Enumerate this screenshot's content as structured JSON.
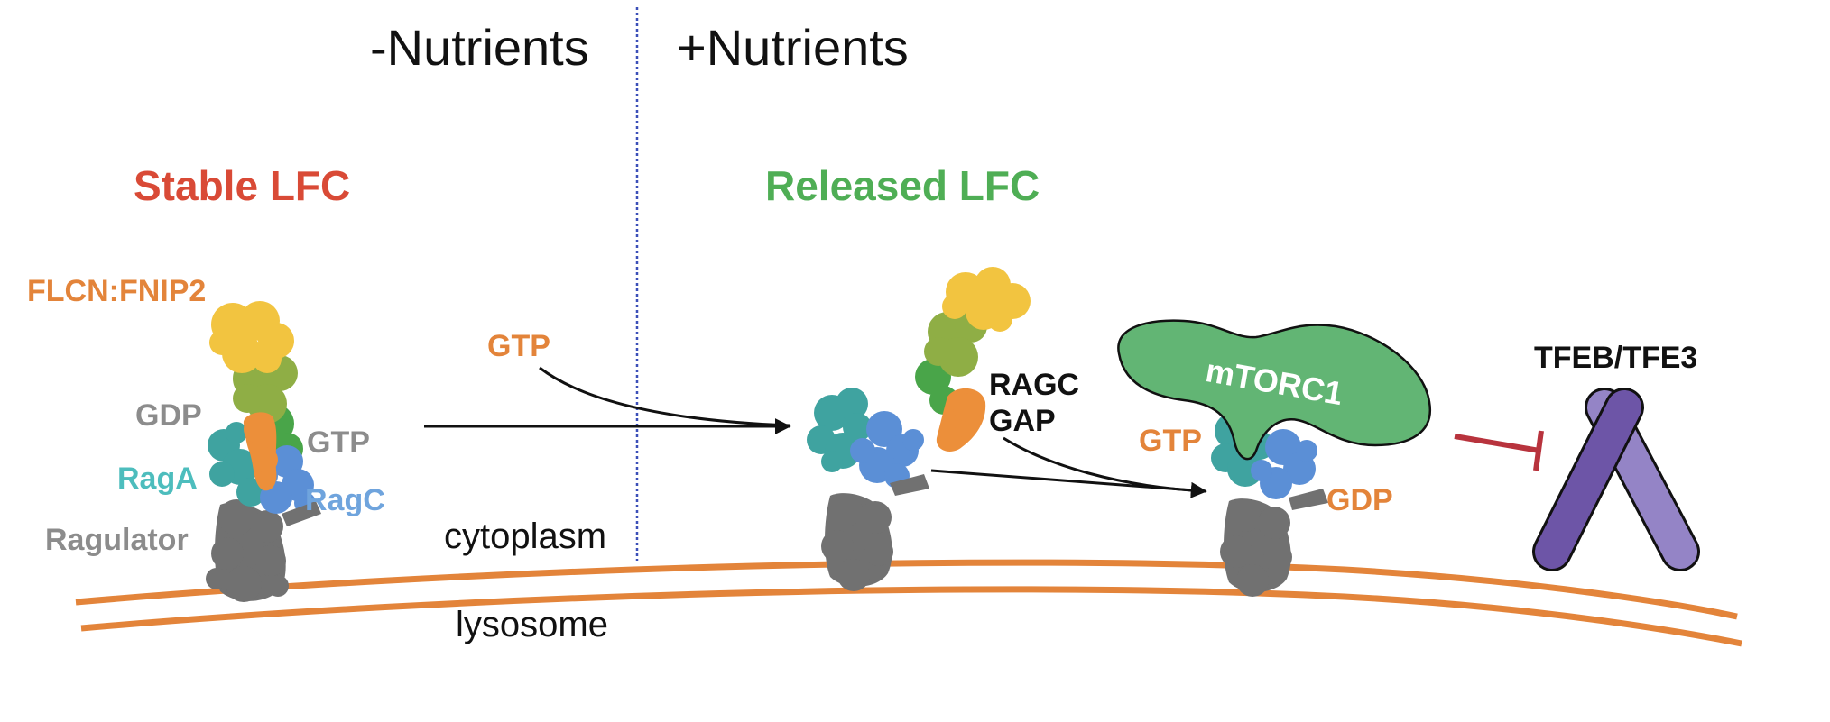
{
  "headings": {
    "minus_nutrients": "-Nutrients",
    "plus_nutrients": "+Nutrients"
  },
  "states": {
    "stable": "Stable LFC",
    "released": "Released LFC"
  },
  "complex_labels": {
    "flcn_fnip2": "FLCN:FNIP2",
    "gdp": "GDP",
    "gtp": "GTP",
    "raga": "RagA",
    "ragc": "RagC",
    "ragulator": "Ragulator"
  },
  "process_labels": {
    "gtp_input": "GTP",
    "ragc_gap_line1": "RAGC",
    "ragc_gap_line2": "GAP",
    "mtorc1": "mTORC1",
    "mtorc1_gtp": "GTP",
    "mtorc1_gdp": "GDP",
    "tfeb_tfe3": "TFEB/TFE3"
  },
  "compartments": {
    "cytoplasm": "cytoplasm",
    "lysosome": "lysosome"
  },
  "colors": {
    "stable_title": "#d94a36",
    "released_title": "#4fae55",
    "orange_label": "#e3843a",
    "gray_label": "#8c8c8c",
    "raga_label": "#4dbdbd",
    "ragc_label": "#6fa4dd",
    "membrane": "#e3843a",
    "divider": "#3b4fb8",
    "flcn_yellow": "#f2c440",
    "fnip_olive": "#8fae45",
    "fnip_green": "#49a549",
    "flcn_orange": "#ec8f3a",
    "raga_teal": "#3fa3a0",
    "ragc_blue": "#5b8fd6",
    "ragulator_gray": "#717171",
    "mtorc1_green": "#62b574",
    "inhibit_red": "#b8333d",
    "tfeb_dark": "#6d55a7",
    "tfeb_light": "#9484c6"
  }
}
